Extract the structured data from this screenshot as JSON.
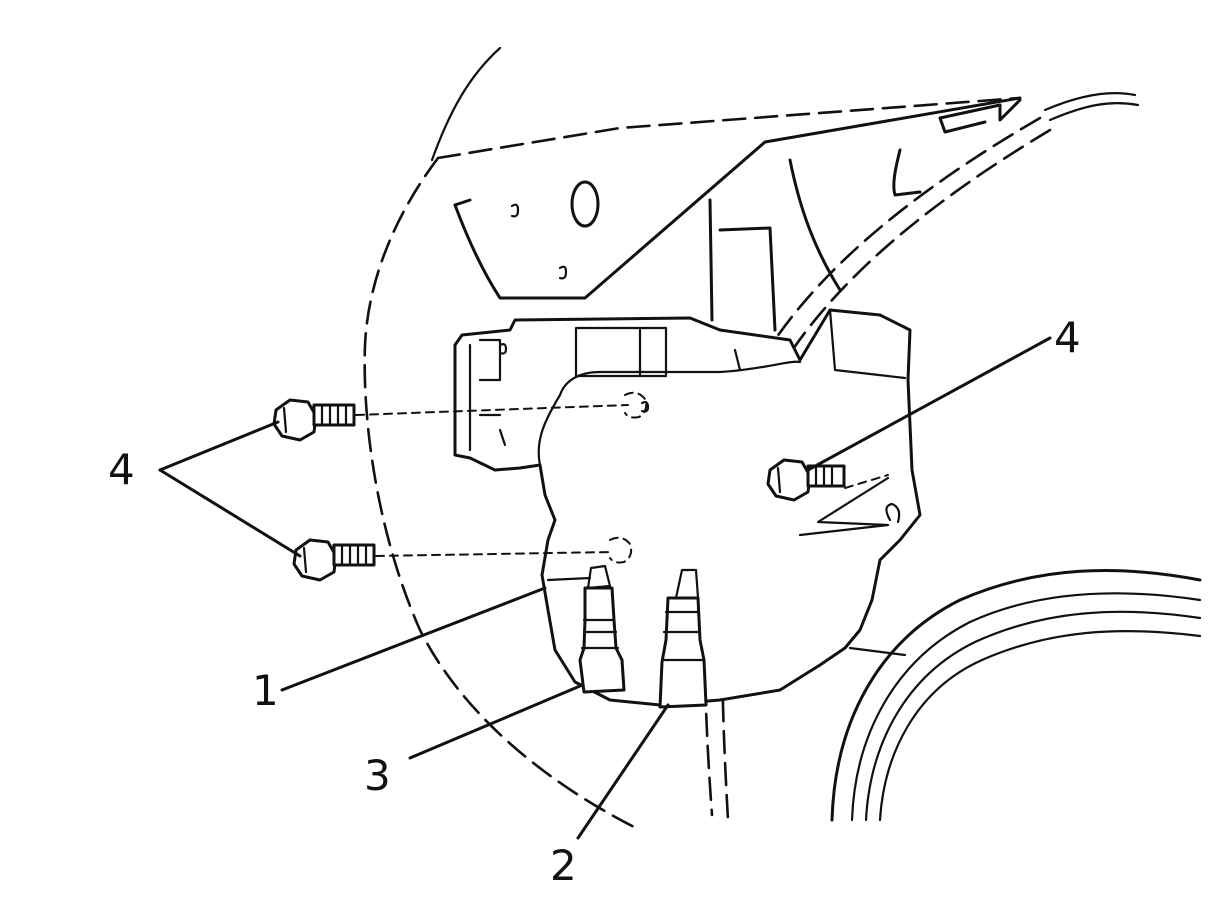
{
  "callouts": {
    "reservoir": "1",
    "hose_right": "2",
    "hose_left": "3",
    "bolts_left": "4",
    "bolt_right": "4"
  }
}
